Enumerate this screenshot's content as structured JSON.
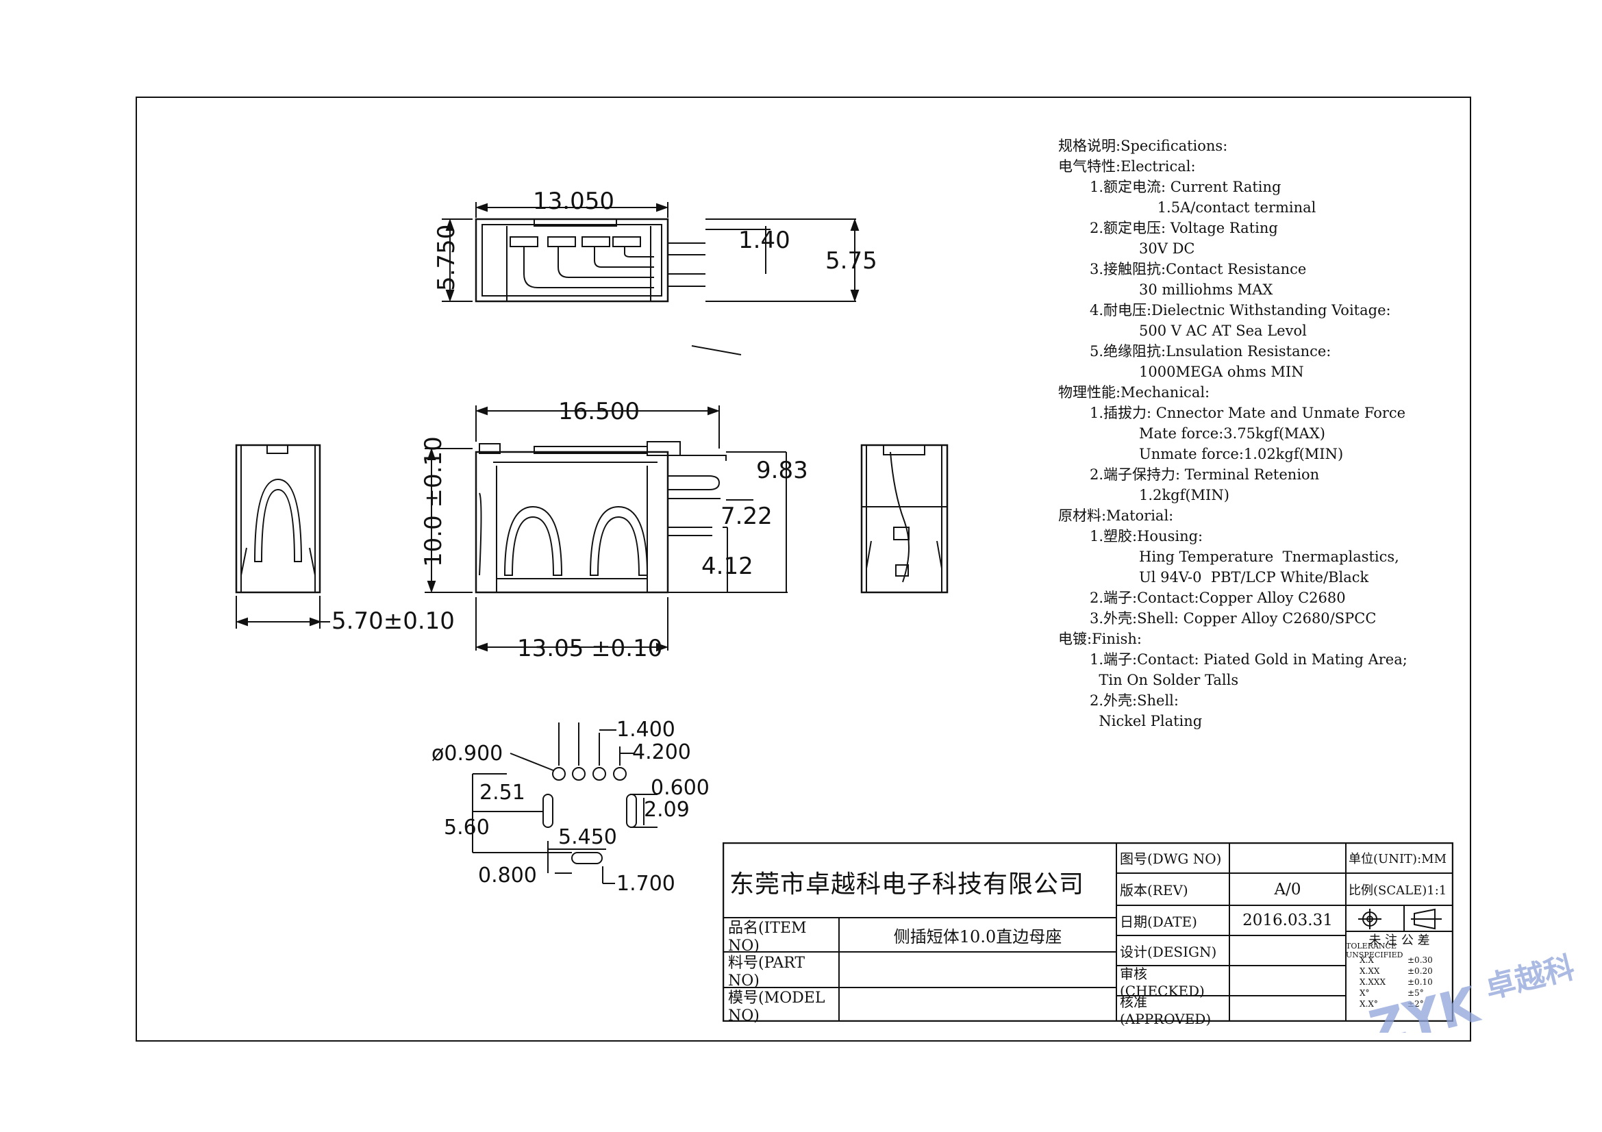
{
  "views": {
    "top": {
      "width": "13.050",
      "height": "5.750",
      "pin_offset": "1.40",
      "total": "5.75"
    },
    "front": {
      "width": "16.500",
      "height": "10.0 ±0.10",
      "h1": "9.83",
      "h2": "7.22",
      "h3": "4.12",
      "base": "13.05 ±0.10"
    },
    "side": {
      "width": "5.70±0.10"
    },
    "footprint": {
      "hole_dia": "ø0.900",
      "pitch": "1.400",
      "span": "4.200",
      "d1": "2.51",
      "d2": "0.600",
      "d3": "2.09",
      "d4": "5.60",
      "d5": "5.450",
      "d6": "0.800",
      "d7": "1.700"
    }
  },
  "specs": [
    {
      "level": 1,
      "text": "规格说明:Specifications:"
    },
    {
      "level": 1,
      "text": "电气特性:Electrical:"
    },
    {
      "level": 2,
      "text": "1.额定电流: Current Rating"
    },
    {
      "level": 3,
      "text": "    1.5A/contact terminal"
    },
    {
      "level": 2,
      "text": "2.额定电压: Voltage Rating"
    },
    {
      "level": 3,
      "text": "30V DC"
    },
    {
      "level": 2,
      "text": "3.接触阻抗:Contact Resistance"
    },
    {
      "level": 3,
      "text": "30 milliohms MAX"
    },
    {
      "level": 2,
      "text": "4.耐电压:Dielectnic Withstanding Voitage:"
    },
    {
      "level": 3,
      "text": "500 V AC AT Sea Levol"
    },
    {
      "level": 2,
      "text": "5.绝缘阻抗:Lnsulation Resistance:"
    },
    {
      "level": 3,
      "text": "1000MEGA ohms MIN"
    },
    {
      "level": 1,
      "text": "物理性能:Mechanical:"
    },
    {
      "level": 2,
      "text": "1.插拔力: Cnnector Mate and Unmate Force"
    },
    {
      "level": 3,
      "text": "Mate force:3.75kgf(MAX)"
    },
    {
      "level": 3,
      "text": "Unmate force:1.02kgf(MIN)"
    },
    {
      "level": 2,
      "text": "2.端子保持力: Terminal Retenion"
    },
    {
      "level": 3,
      "text": "1.2kgf(MIN)"
    },
    {
      "level": 1,
      "text": "原材料:Matorial:"
    },
    {
      "level": 2,
      "text": "1.塑胶:Housing:"
    },
    {
      "level": 3,
      "text": "Hing Temperature  Tnermaplastics,"
    },
    {
      "level": 3,
      "text": "Ul 94V-0  PBT/LCP White/Black"
    },
    {
      "level": 2,
      "text": "2.端子:Contact:Copper Alloy C2680"
    },
    {
      "level": 2,
      "text": "3.外壳:Shell: Copper Alloy C2680/SPCC"
    },
    {
      "level": 1,
      "text": "电镀:Finish:"
    },
    {
      "level": 2,
      "text": "1.端子:Contact: Piated Gold in Mating Area;"
    },
    {
      "level": 2,
      "text": "  Tin On Solder Talls"
    },
    {
      "level": 2,
      "text": "2.外壳:Shell:"
    },
    {
      "level": 2,
      "text": "  Nickel Plating"
    }
  ],
  "title_block": {
    "company": "东莞市卓越科电子科技有限公司",
    "item_no_label": "品名(ITEM NO)",
    "item_no_value": "侧插短体10.0直边母座",
    "part_no_label": "料号(PART NO)",
    "part_no_value": "",
    "model_no_label": "模号(MODEL NO)",
    "model_no_value": "",
    "dwg_no_label": "图号(DWG NO)",
    "dwg_no_value": "",
    "rev_label": "版本(REV)",
    "rev_value": "A/0",
    "date_label": "日期(DATE)",
    "date_value": "2016.03.31",
    "design_label": "设计(DESIGN)",
    "design_value": "",
    "checked_label": "审核(CHECKED)",
    "checked_value": "",
    "approved_label": "核准(APPROVED)",
    "approved_value": "",
    "unit": "单位(UNIT):MM",
    "scale": "比例(SCALE)1:1",
    "tolerance_title": "未 注 公 差",
    "tolerance_sub": "TOLERANCE UNSPECIFIED",
    "tolerances": [
      {
        "k": "X.X",
        "v": "±0.30"
      },
      {
        "k": "X.XX",
        "v": "±0.20"
      },
      {
        "k": "X.XXX",
        "v": "±0.10"
      },
      {
        "k": "X°",
        "v": "±5°"
      },
      {
        "k": "X.X°",
        "v": "±2°"
      }
    ]
  },
  "watermark": {
    "text": "卓越科",
    "mark": "ZYK",
    "color": "#8fa3d8"
  },
  "colors": {
    "line": "#111111",
    "watermark": "#8fa3d8"
  }
}
